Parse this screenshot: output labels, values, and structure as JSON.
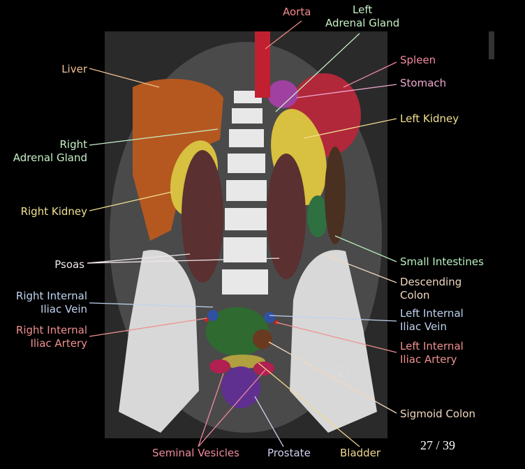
{
  "labels": {
    "aorta": "Aorta",
    "left_adrenal_gland": "Left\nAdrenal Gland",
    "liver": "Liver",
    "spleen": "Spleen",
    "stomach": "Stomach",
    "left_kidney": "Left Kidney",
    "right_adrenal_gland": "Right\nAdrenal Gland",
    "right_kidney": "Right Kidney",
    "psoas": "Psoas",
    "small_intestines": "Small Intestines",
    "descending_colon": "Descending\nColon",
    "right_internal_iliac_vein": "Right Internal\nIliac Vein",
    "left_internal_iliac_vein": "Left Internal\nIliac Vein",
    "right_internal_iliac_artery": "Right Internal\nIliac Artery",
    "left_internal_iliac_artery": "Left Internal\nIliac Artery",
    "sigmoid_colon": "Sigmoid Colon",
    "seminal_vesicles": "Seminal Vesicles",
    "prostate": "Prostate",
    "bladder": "Bladder"
  },
  "orientation_marker": "A",
  "slice_counter": "27 / 39",
  "colors": {
    "aorta": "#f08a8a",
    "adrenal": "#c8f0c8",
    "liver": "#f0c090",
    "spleen": "#f08aa0",
    "stomach": "#f0a8d0",
    "kidney": "#f0e090",
    "psoas": "#f0e6e6",
    "intestine": "#b8f0c0",
    "colon": "#f0d8c0",
    "vein": "#c0d4f0",
    "artery": "#f09090",
    "prostate": "#d0d0f0",
    "bladder": "#f0d890"
  }
}
